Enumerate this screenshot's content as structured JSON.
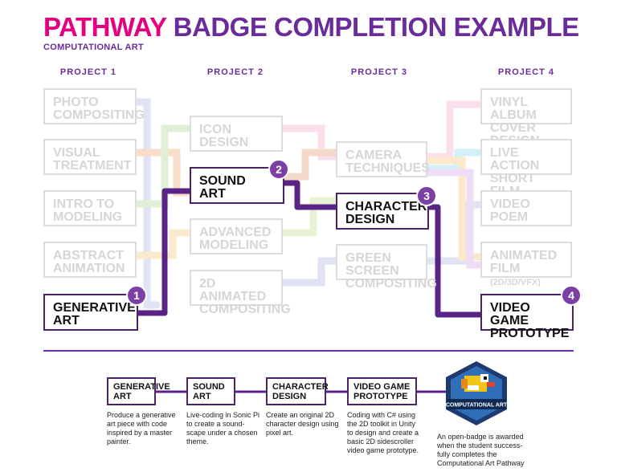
{
  "header": {
    "title_highlight": "PATHWAY",
    "title_rest": "BADGE COMPLETION EXAMPLE",
    "subtitle": "COMPUTATIONAL ART"
  },
  "columns": [
    "PROJECT 1",
    "PROJECT 2",
    "PROJECT 3",
    "PROJECT 4"
  ],
  "projects": {
    "p1": [
      {
        "line1": "PHOTO",
        "line2": "COMPOSITING"
      },
      {
        "line1": "VISUAL",
        "line2": "TREATMENT"
      },
      {
        "line1": "INTRO TO",
        "line2": "MODELING"
      },
      {
        "line1": "ABSTRACT",
        "line2": "ANIMATION"
      },
      {
        "line1": "GENERATIVE",
        "line2": "ART"
      }
    ],
    "p2": [
      {
        "line1": "ICON",
        "line2": "DESIGN"
      },
      {
        "line1": "SOUND",
        "line2": "ART"
      },
      {
        "line1": "ADVANCED",
        "line2": "MODELING"
      },
      {
        "line1": "2D ANIMATED",
        "line2": "COMPOSITING"
      }
    ],
    "p3": [
      {
        "line1": "CAMERA",
        "line2": "TECHNIQUES"
      },
      {
        "line1": "CHARACTER",
        "line2": "DESIGN"
      },
      {
        "line1": "GREEN SCREEN",
        "line2": "COMPOSITING"
      }
    ],
    "p4": [
      {
        "line1": "VINYL ALBUM",
        "line2": "COVER DESIGN"
      },
      {
        "line1": "LIVE ACTION",
        "line2": "SHORT FILM"
      },
      {
        "line1": "VIDEO",
        "line2": "POEM"
      },
      {
        "line1": "ANIMATED",
        "line2": "FILM",
        "line2_small": "(2D/3D/VFX)"
      },
      {
        "line1": "VIDEO GAME",
        "line2": "PROTOTYPE"
      }
    ]
  },
  "step_numbers": [
    "1",
    "2",
    "3",
    "4"
  ],
  "summary": [
    {
      "line1": "GENERATIVE",
      "line2": "ART",
      "desc": [
        "Produce a generative",
        "art piece with code",
        "inspired by a master",
        "painter."
      ]
    },
    {
      "line1": "SOUND",
      "line2": "ART",
      "desc": [
        "Live-coding in Sonic Pi",
        "to create a sound-",
        "scape under a chosen",
        "theme."
      ]
    },
    {
      "line1": "CHARACTER",
      "line2": "DESIGN",
      "desc": [
        "Create an original 2D",
        "character design using",
        "pixel art."
      ]
    },
    {
      "line1": "VIDEO GAME",
      "line2": "PROTOTYPE",
      "desc": [
        "Coding with C# using",
        "the 2D toolkit in Unity",
        "to design and create a",
        "basic 2D sidescroller",
        "video game prototype."
      ]
    }
  ],
  "final_badge": {
    "label": "COMPUTATIONAL ART",
    "desc": [
      "An open-badge is awarded",
      "when the student success-",
      "fully completes the",
      "Computational Art Pathway"
    ]
  },
  "colors": {
    "accent_pink": "#e5007d",
    "accent_purple": "#6a2c9a",
    "path_purple": "#5a2386",
    "badge_navy": "#1e3a6e"
  }
}
